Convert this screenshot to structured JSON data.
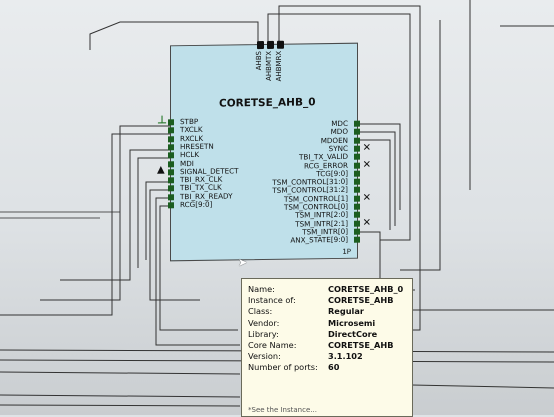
{
  "block": {
    "title": "CORETSE_AHB_0",
    "bus_ports": [
      "AHBS",
      "AHBMTX",
      "AHBMRX"
    ],
    "left_ports": [
      "STBP",
      "TXCLK",
      "RXCLK",
      "HRESETN",
      "HCLK",
      "MDI",
      "SIGNAL_DETECT",
      "TBI_RX_CLK",
      "TBI_TX_CLK",
      "TBI_RX_READY",
      "RCG[9:0]"
    ],
    "right_ports": [
      "MDC",
      "MDO",
      "MDOEN",
      "SYNC",
      "TBI_TX_VALID",
      "RCG_ERROR",
      "TCG[9:0]",
      "TSM_CONTROL[31:0]",
      "TSM_CONTROL[31:2]",
      "TSM_CONTROL[1]",
      "TSM_CONTROL[0]",
      "TSM_INTR[2:0]",
      "TSM_INTR[2:1]",
      "TSM_INTR[0]",
      "ANX_STATE[9:0]"
    ],
    "unconnected_mark": "✕",
    "corner_badge": "1P"
  },
  "tooltip": {
    "rows": [
      {
        "key": "Name:",
        "value": "CORETSE_AHB_0"
      },
      {
        "key": "Instance of:",
        "value": "CORETSE_AHB"
      },
      {
        "key": "Class:",
        "value": "Regular"
      },
      {
        "key": "Vendor:",
        "value": "Microsemi"
      },
      {
        "key": "Library:",
        "value": "DirectCore"
      },
      {
        "key": "Core Name:",
        "value": "CORETSE_AHB"
      },
      {
        "key": "Version:",
        "value": "3.1.102"
      },
      {
        "key": "Number of ports:",
        "value": "60"
      }
    ],
    "footer": "*See the Instance..."
  }
}
